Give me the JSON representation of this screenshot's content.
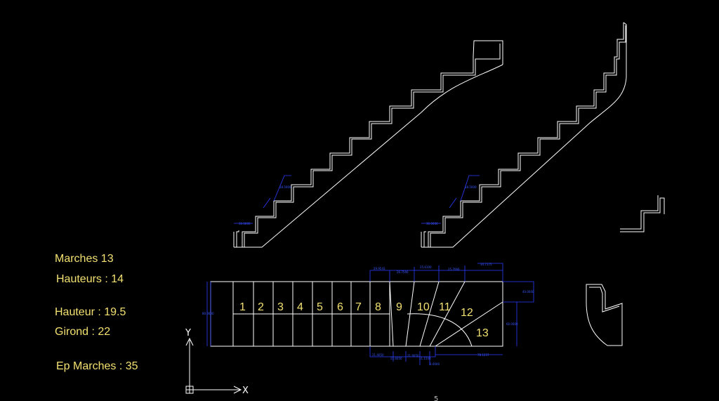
{
  "notes": {
    "marches": "Marches 13",
    "hauteurs": "Hauteurs : 14",
    "hauteur": "Hauteur : 19.5",
    "giron": "Girond : 22",
    "ep_marches": "Ep Marches : 35"
  },
  "steps": [
    "1",
    "2",
    "3",
    "4",
    "5",
    "6",
    "7",
    "8",
    "9",
    "10",
    "11",
    "12",
    "13"
  ],
  "ucs": {
    "x_label": "X",
    "y_label": "Y"
  },
  "page_number": "5",
  "colors": {
    "background": "#000000",
    "lines": "#ffffff",
    "notes": "#f2e070",
    "dimensions": "#2b3cff"
  }
}
